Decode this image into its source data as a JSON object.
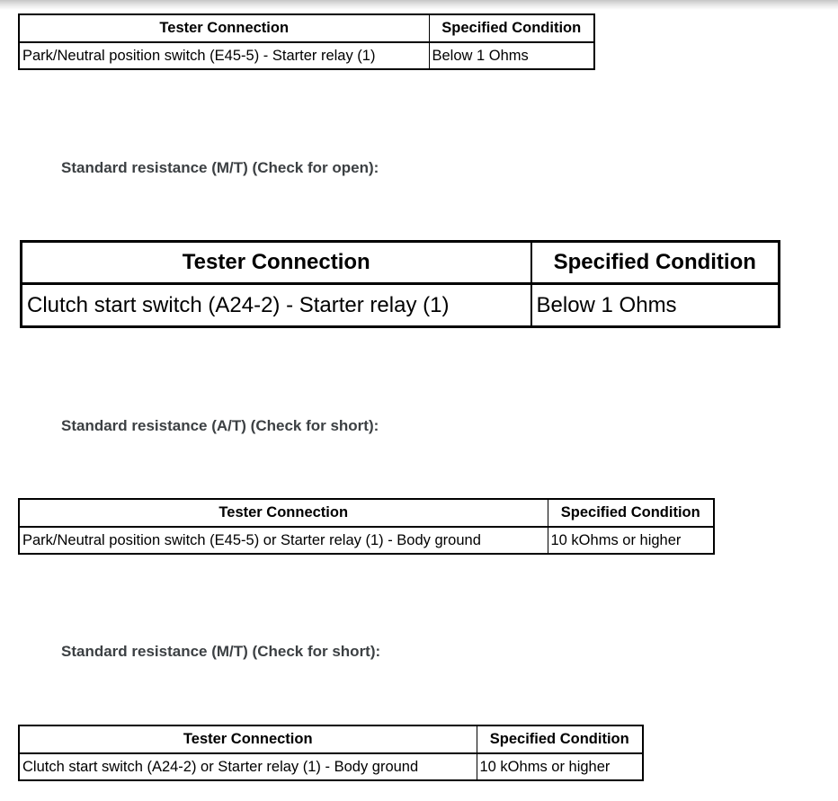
{
  "colors": {
    "table_border": "#000000",
    "table_text": "#000000",
    "heading_text": "#3c4043",
    "top_bar_gradient_start": "#c6c6c6",
    "background": "#ffffff"
  },
  "headings": [
    {
      "text": "Standard resistance (M/T) (Check for open):"
    },
    {
      "text": "Standard resistance (A/T) (Check for short):"
    },
    {
      "text": "Standard resistance (M/T) (Check for short):"
    }
  ],
  "tables": [
    {
      "headers": [
        "Tester Connection",
        "Specified Condition"
      ],
      "row": [
        "Park/Neutral position switch (E45-5) - Starter relay (1)",
        "Below 1 Ohms"
      ]
    },
    {
      "headers": [
        "Tester Connection",
        "Specified Condition"
      ],
      "row": [
        "Clutch start switch (A24-2) - Starter relay (1)",
        "Below 1 Ohms"
      ]
    },
    {
      "headers": [
        "Tester Connection",
        "Specified Condition"
      ],
      "row": [
        "Park/Neutral position switch (E45-5) or Starter relay (1) - Body ground",
        "10 kOhms or higher"
      ]
    },
    {
      "headers": [
        "Tester Connection",
        "Specified Condition"
      ],
      "row": [
        "Clutch start switch (A24-2) or Starter relay (1) - Body ground",
        "10 kOhms or higher"
      ]
    }
  ]
}
